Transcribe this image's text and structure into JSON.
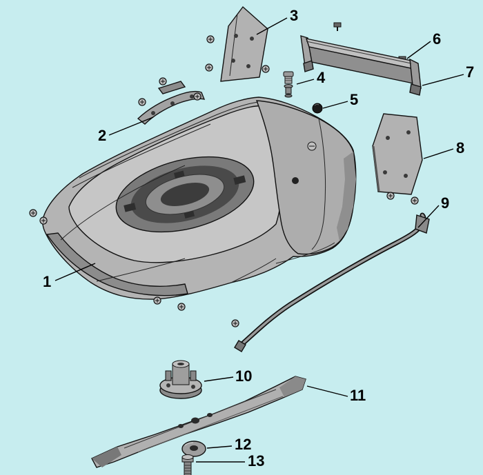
{
  "diagram": {
    "type": "exploded-parts-diagram",
    "background_color": "#c7edef",
    "outline_color": "#000000",
    "parts": [
      {
        "number": "1"
      },
      {
        "number": "2"
      },
      {
        "number": "3"
      },
      {
        "number": "4"
      },
      {
        "number": "5"
      },
      {
        "number": "6"
      },
      {
        "number": "7"
      },
      {
        "number": "8"
      },
      {
        "number": "9"
      },
      {
        "number": "10"
      },
      {
        "number": "11"
      },
      {
        "number": "12"
      },
      {
        "number": "13"
      }
    ]
  }
}
